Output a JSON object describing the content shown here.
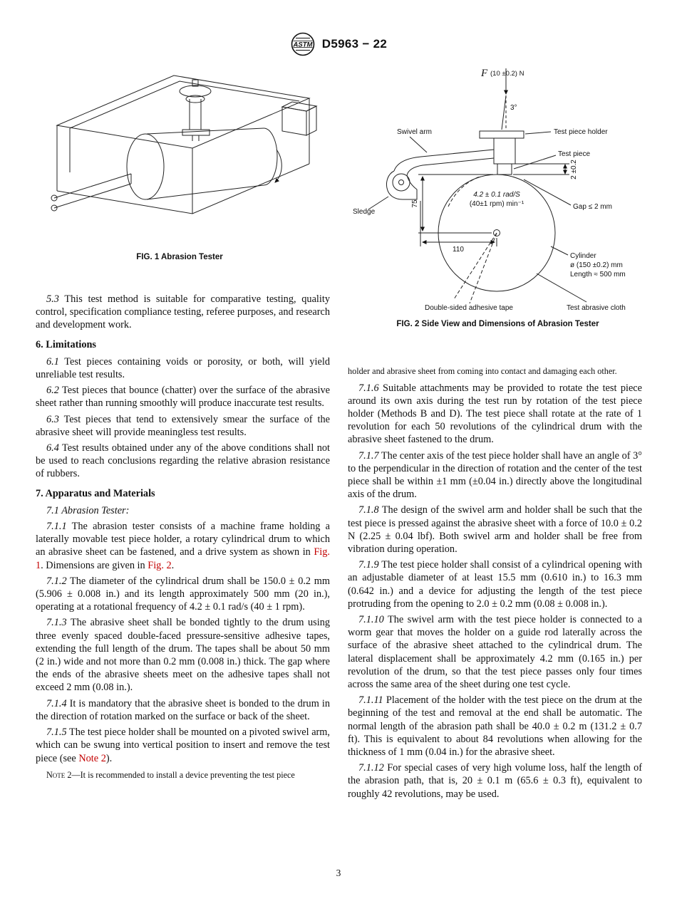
{
  "header": {
    "logo_text": "ASTM",
    "doc_number": "D5963 − 22"
  },
  "figures": {
    "fig1": {
      "caption": "FIG. 1 Abrasion Tester"
    },
    "fig2": {
      "caption": "FIG. 2 Side View and Dimensions of Abrasion Tester",
      "labels": {
        "force_f": "F",
        "force_val": "(10 ±0.2) N",
        "angle": "3°",
        "swivel_arm": "Swivel arm",
        "test_piece_holder": "Test piece holder",
        "test_piece": "Test piece",
        "sledge": "Sledge",
        "speed1": "4.2 ± 0.1 rad/S",
        "speed2": "(40±1 rpm) min⁻¹",
        "dim2": "2 ±0.2",
        "dim75": "75",
        "dim110": "110",
        "gap": "Gap ≤ 2 mm",
        "cylinder1": "Cylinder",
        "cylinder2": "ø (150 ±0.2) mm",
        "cylinder3": "Length ≈ 500 mm",
        "tape": "Double-sided adhesive tape",
        "cloth": "Test abrasive cloth"
      }
    }
  },
  "left_col": {
    "p53": {
      "num": "5.3",
      "text": " This test method is suitable for comparative testing, quality control, specification compliance testing, referee purposes, and research and development work."
    },
    "h6": "6. Limitations",
    "p61": {
      "num": "6.1",
      "text": " Test pieces containing voids or porosity, or both, will yield unreliable test results."
    },
    "p62": {
      "num": "6.2",
      "text": " Test pieces that bounce (chatter) over the surface of the abrasive sheet rather than running smoothly will produce inaccurate test results."
    },
    "p63": {
      "num": "6.3",
      "text": " Test pieces that tend to extensively smear the surface of the abrasive sheet will provide meaningless test results."
    },
    "p64": {
      "num": "6.4",
      "text": " Test results obtained under any of the above conditions shall not be used to reach conclusions regarding the relative abrasion resistance of rubbers."
    },
    "h7": "7. Apparatus and Materials",
    "p71": {
      "num": "7.1",
      "title": " Abrasion Tester:"
    },
    "p711": {
      "num": "7.1.1",
      "t1": " The abrasion tester consists of a machine frame holding a laterally movable test piece holder, a rotary cylindrical drum to which an abrasive sheet can be fastened, and a drive system as shown in ",
      "link1": "Fig. 1",
      "t2": ". Dimensions are given in ",
      "link2": "Fig. 2",
      "t3": "."
    },
    "p712": {
      "num": "7.1.2",
      "text": " The diameter of the cylindrical drum shall be 150.0 ± 0.2 mm (5.906 ± 0.008 in.) and its length approximately 500 mm (20 in.), operating at a rotational frequency of 4.2 ± 0.1 rad/s (40 ± 1 rpm)."
    },
    "p713": {
      "num": "7.1.3",
      "text": " The abrasive sheet shall be bonded tightly to the drum using three evenly spaced double-faced pressure-sensitive adhesive tapes, extending the full length of the drum. The tapes shall be about 50 mm (2 in.) wide and not more than 0.2 mm (0.008 in.) thick. The gap where the ends of the abrasive sheets meet on the adhesive tapes shall not exceed 2 mm (0.08 in.)."
    },
    "p714": {
      "num": "7.1.4",
      "text": " It is mandatory that the abrasive sheet is bonded to the drum in the direction of rotation marked on the surface or back of the sheet."
    },
    "p715": {
      "num": "7.1.5",
      "t1": " The test piece holder shall be mounted on a pivoted swivel arm, which can be swung into vertical position to insert and remove the test piece (see ",
      "link1": "Note 2",
      "t2": ")."
    },
    "note2": {
      "label": "Note 2",
      "text": "—It is recommended to install a device preventing the test piece"
    }
  },
  "right_col": {
    "note2_cont": "holder and abrasive sheet from coming into contact and damaging each other.",
    "p716": {
      "num": "7.1.6",
      "text": " Suitable attachments may be provided to rotate the test piece around its own axis during the test run by rotation of the test piece holder (Methods B and D). The test piece shall rotate at the rate of 1 revolution for each 50 revolutions of the cylindrical drum with the abrasive sheet fastened to the drum."
    },
    "p717": {
      "num": "7.1.7",
      "text": " The center axis of the test piece holder shall have an angle of 3° to the perpendicular in the direction of rotation and the center of the test piece shall be within ±1 mm (±0.04 in.) directly above the longitudinal axis of the drum."
    },
    "p718": {
      "num": "7.1.8",
      "text": " The design of the swivel arm and holder shall be such that the test piece is pressed against the abrasive sheet with a force of 10.0 ± 0.2 N (2.25 ± 0.04 lbf). Both swivel arm and holder shall be free from vibration during operation."
    },
    "p719": {
      "num": "7.1.9",
      "text": " The test piece holder shall consist of a cylindrical opening with an adjustable diameter of at least 15.5 mm (0.610 in.) to 16.3 mm (0.642 in.) and a device for adjusting the length of the test piece protruding from the opening to 2.0 ± 0.2 mm (0.08 ± 0.008 in.)."
    },
    "p7110": {
      "num": "7.1.10",
      "text": " The swivel arm with the test piece holder is connected to a worm gear that moves the holder on a guide rod laterally across the surface of the abrasive sheet attached to the cylindrical drum. The lateral displacement shall be approximately 4.2 mm (0.165 in.) per revolution of the drum, so that the test piece passes only four times across the same area of the sheet during one test cycle."
    },
    "p7111": {
      "num": "7.1.11",
      "text": " Placement of the holder with the test piece on the drum at the beginning of the test and removal at the end shall be automatic. The normal length of the abrasion path shall be 40.0 ± 0.2 m (131.2 ± 0.7 ft). This is equivalent to about 84 revolutions when allowing for the thickness of 1 mm (0.04 in.) for the abrasive sheet."
    },
    "p7112": {
      "num": "7.1.12",
      "text": " For special cases of very high volume loss, half the length of the abrasion path, that is, 20 ± 0.1 m (65.6 ± 0.3 ft), equivalent to roughly 42 revolutions, may be used."
    }
  },
  "footer": {
    "page_number": "3"
  }
}
